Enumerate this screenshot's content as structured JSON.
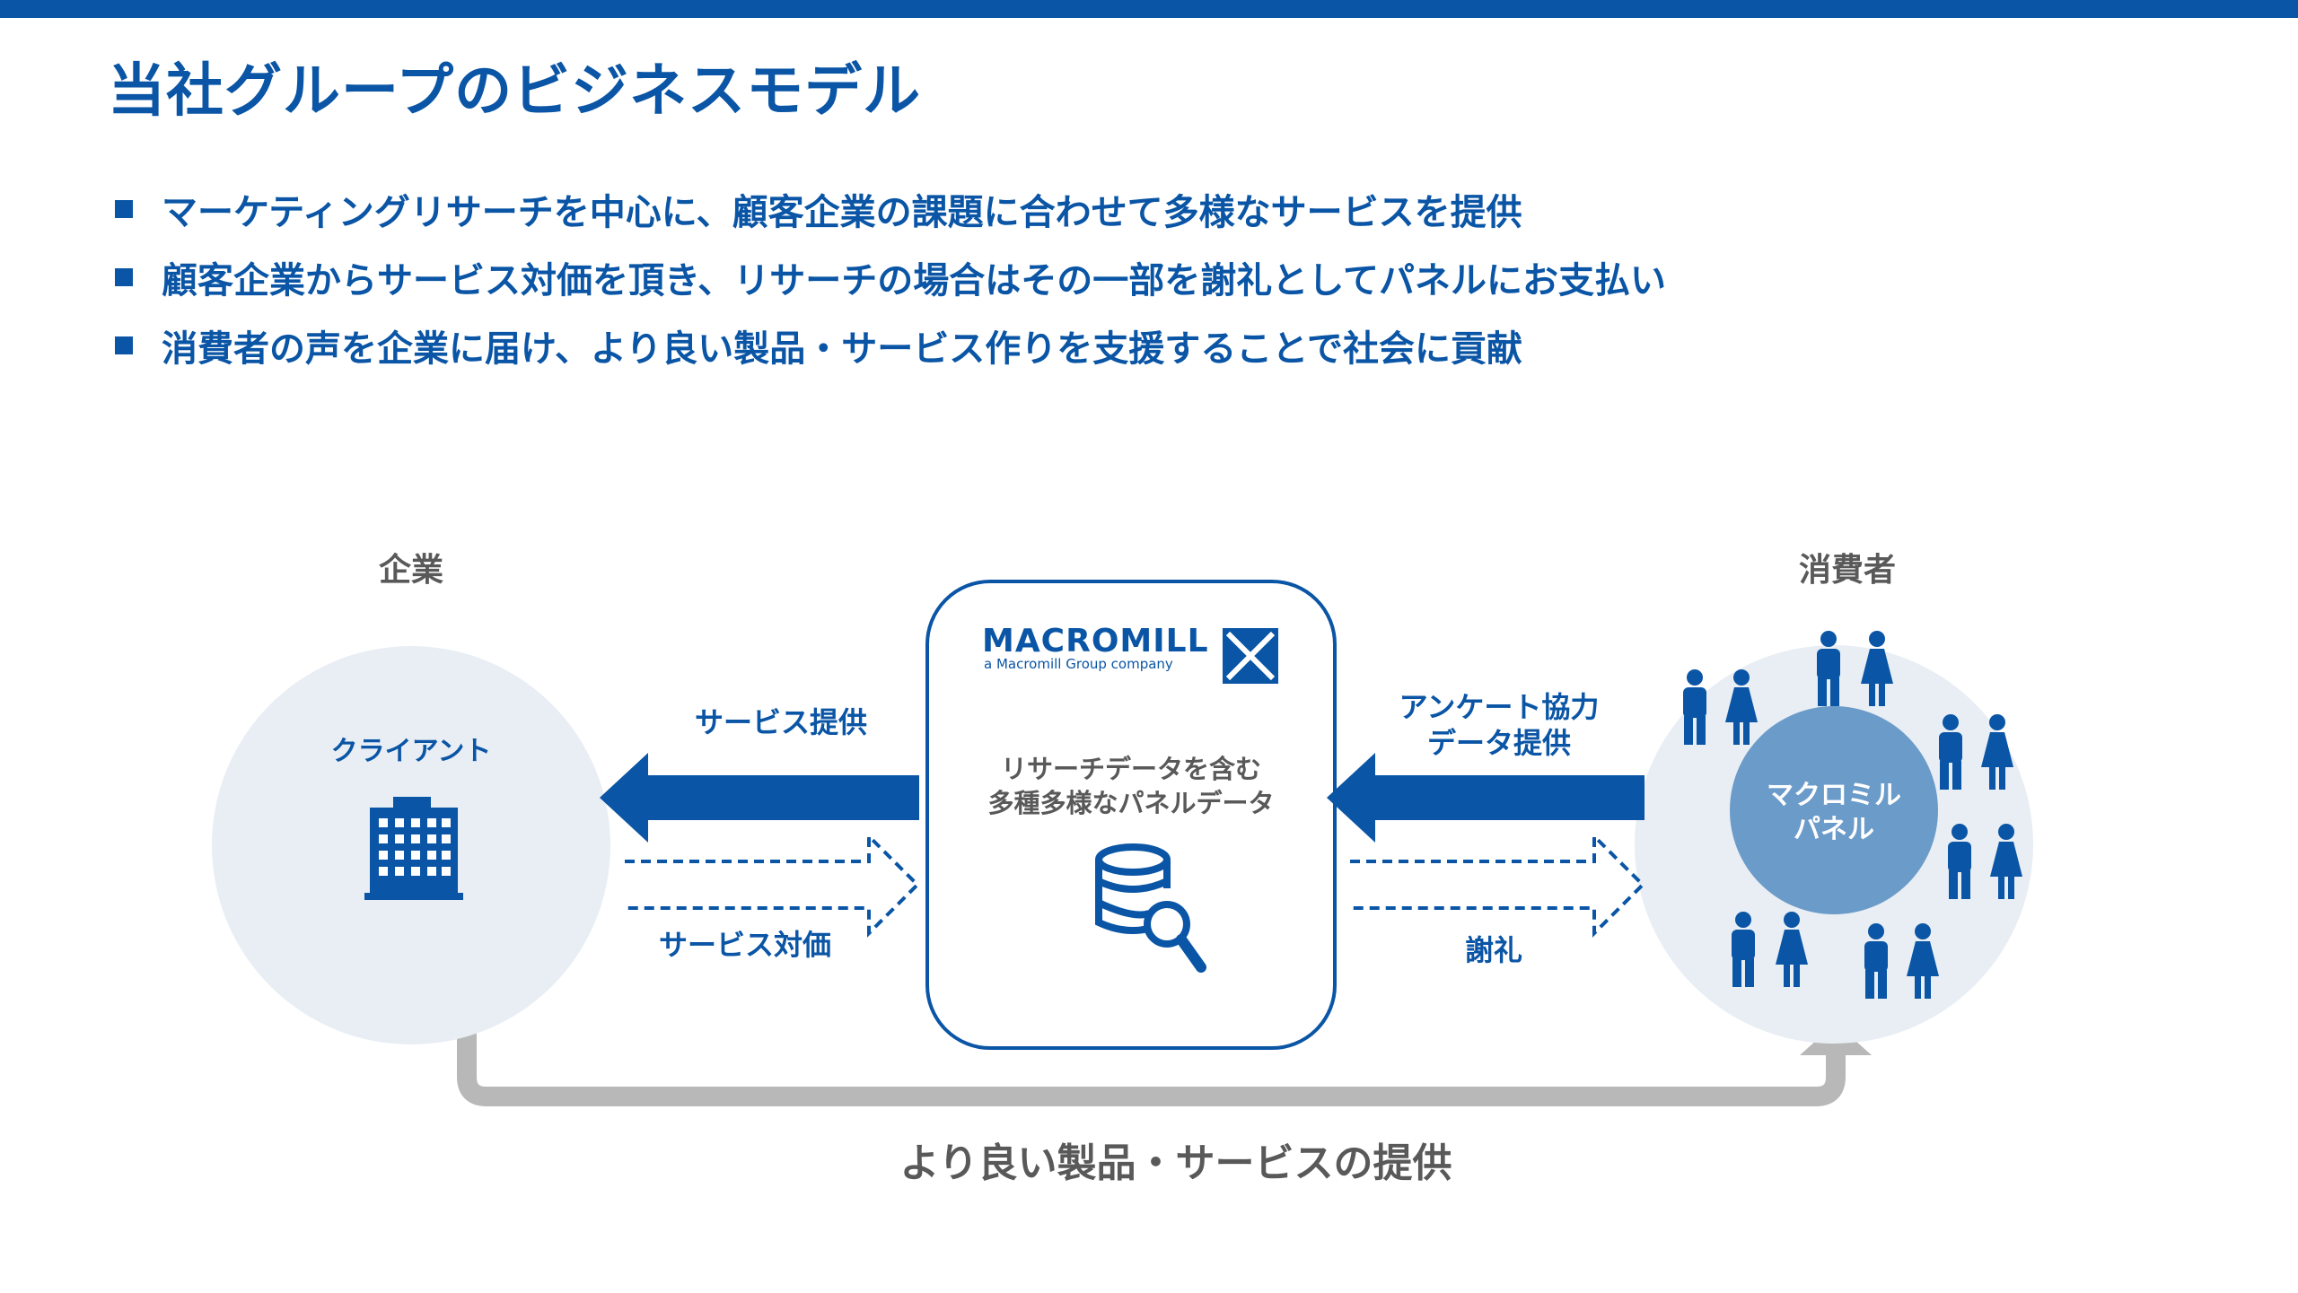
{
  "title": "当社グループのビジネスモデル",
  "bullets": [
    "マーケティングリサーチを中心に、顧客企業の課題に合わせて多様なサービスを提供",
    "顧客企業からサービス対価を頂き、リサーチの場合はその一部を謝礼としてパネルにお支払い",
    "消費者の声を企業に届け、より良い製品・サービス作りを支援することで社会に貢献"
  ],
  "diagram": {
    "company": {
      "heading": "企業",
      "label": "クライアント",
      "icon": "building-icon"
    },
    "consumer": {
      "heading": "消費者",
      "label_line1": "マクロミル",
      "label_line2": "パネル",
      "icon": "person-icon"
    },
    "center": {
      "logo_text": "MACROMILL",
      "logo_sub": "a Macromill Group company",
      "text_line1": "リサーチデータを含む",
      "text_line2": "多種多様なパネルデータ",
      "icon": "database-search-icon"
    },
    "left_arrows": {
      "top_label": "サービス提供",
      "bottom_label": "サービス対価"
    },
    "right_arrows": {
      "top_label_line1": "アンケート協力",
      "top_label_line2": "データ提供",
      "bottom_label": "謝礼"
    },
    "bottom_label": "より良い製品・サービスの提供"
  },
  "colors": {
    "brand_blue": "#0a55a5",
    "circle_fill": "#e8eef4",
    "inner_circle": "#6b9bc9",
    "gray_arrow": "#b8b8b8",
    "text_gray": "#595959"
  }
}
